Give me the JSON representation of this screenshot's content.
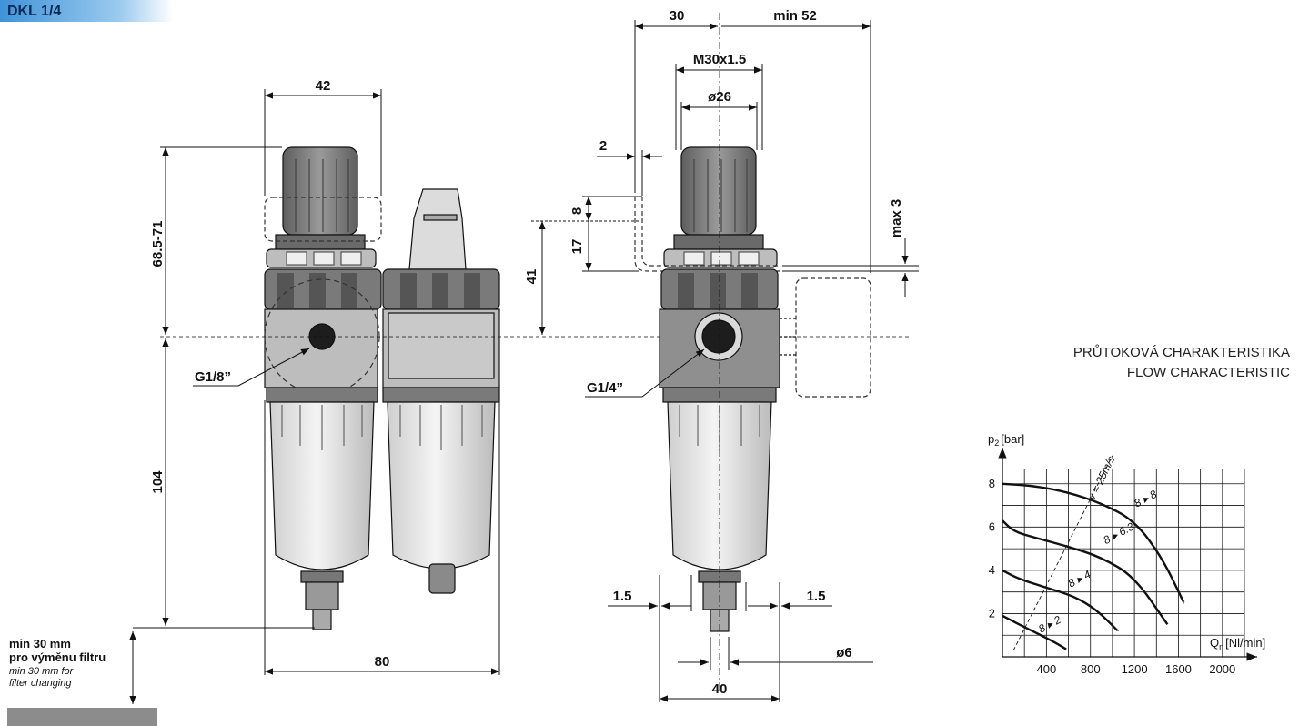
{
  "header": {
    "title": "DKL 1/4",
    "banner_color": "#5aa9e6"
  },
  "dimensions": {
    "width_42": "42",
    "height_68": "68.5-71",
    "height_104": "104",
    "width_80": "80",
    "port_left": "G1/8”",
    "port_right": "G1/4”",
    "dim_30": "30",
    "dim_min52": "min 52",
    "thread": "M30x1.5",
    "dia26": "ø26",
    "dim_2": "2",
    "dim_8": "8",
    "dim_17": "17",
    "dim_41": "41",
    "dim_max3": "max 3",
    "dim_15_left": "1.5",
    "dim_15_right": "1.5",
    "dia6": "ø6",
    "dim_40": "40"
  },
  "note": {
    "line1": "min 30 mm",
    "line2": "pro výměnu filtru",
    "line3": "min 30 mm for",
    "line4": "filter changing"
  },
  "colors": {
    "body_dark": "#6f6f6f",
    "body_mid": "#8a8a8a",
    "body_light": "#bdbdbd",
    "bowl": "#dcdcdc",
    "line": "#111111"
  },
  "chart_data": {
    "type": "line",
    "title": "PRŮTOKOVÁ CHARAKTERISTIKA",
    "subtitle": "FLOW CHARACTERISTIC",
    "ylabel_main": "p",
    "ylabel_sub": "2",
    "ylabel_unit": "[bar]",
    "xlabel_main": "Q",
    "xlabel_sub": "n",
    "xlabel_unit": "[Nl/min]",
    "xlim": [
      0,
      2200
    ],
    "ylim": [
      0,
      9
    ],
    "xticks": [
      "400",
      "800",
      "1200",
      "1600",
      "2000"
    ],
    "xtick_values": [
      400,
      800,
      1200,
      1600,
      2000
    ],
    "yticks": [
      "8",
      "6",
      "4",
      "2"
    ],
    "ytick_values": [
      8,
      6,
      4,
      2
    ],
    "grid": true,
    "velocity_label": "v = 25m/s",
    "velocity_line": [
      [
        100,
        0.3
      ],
      [
        1000,
        9.3
      ]
    ],
    "series": [
      {
        "name": "8 ▸ 8",
        "label_at": [
          1220,
          6.9
        ],
        "points": [
          [
            0,
            8.0
          ],
          [
            300,
            7.9
          ],
          [
            600,
            7.6
          ],
          [
            900,
            7.1
          ],
          [
            1200,
            6.3
          ],
          [
            1450,
            4.6
          ],
          [
            1650,
            2.5
          ]
        ]
      },
      {
        "name": "8 ▸ 6.3",
        "label_at": [
          940,
          5.2
        ],
        "points": [
          [
            0,
            6.3
          ],
          [
            100,
            5.8
          ],
          [
            300,
            5.5
          ],
          [
            600,
            5.1
          ],
          [
            900,
            4.6
          ],
          [
            1200,
            3.7
          ],
          [
            1500,
            1.5
          ]
        ]
      },
      {
        "name": "8 ▸ 4",
        "label_at": [
          620,
          3.2
        ],
        "points": [
          [
            0,
            4.0
          ],
          [
            150,
            3.6
          ],
          [
            400,
            3.2
          ],
          [
            650,
            2.8
          ],
          [
            850,
            2.2
          ],
          [
            1050,
            1.2
          ]
        ]
      },
      {
        "name": "8 ▸ 2",
        "label_at": [
          350,
          1.1
        ],
        "points": [
          [
            0,
            1.9
          ],
          [
            150,
            1.5
          ],
          [
            350,
            1.0
          ],
          [
            500,
            0.6
          ],
          [
            580,
            0.35
          ]
        ]
      }
    ]
  }
}
